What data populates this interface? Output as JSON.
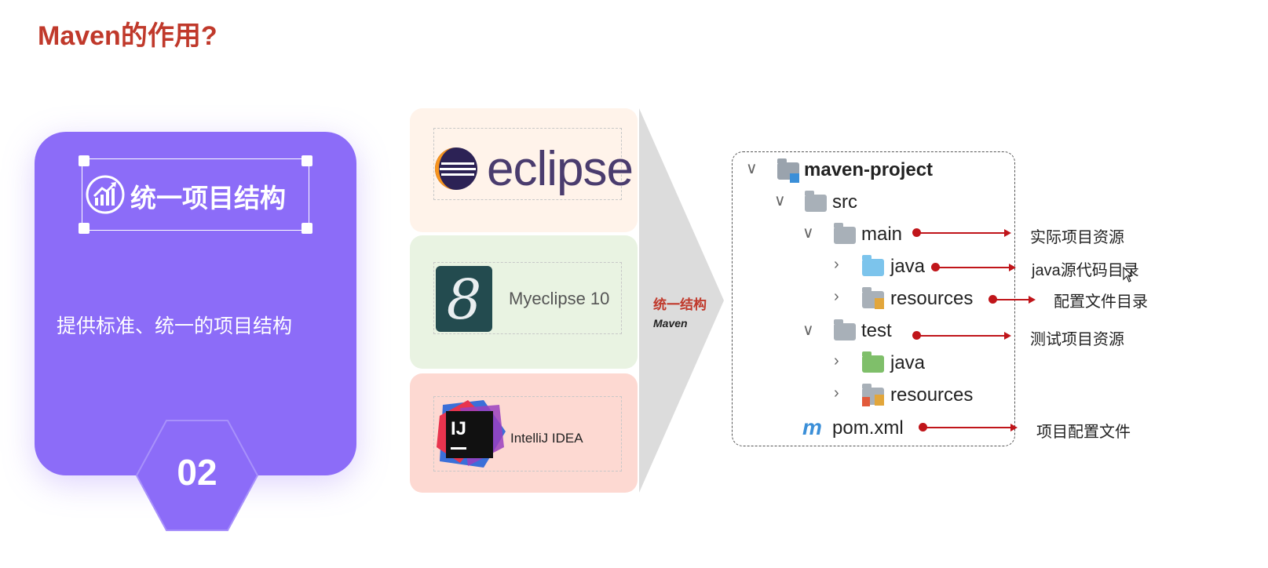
{
  "slide": {
    "title": "Maven的作用?",
    "card": {
      "heading": "统一项目结构",
      "description": "提供标准、统一的项目结构",
      "number": "02",
      "color": "#8c6cf8"
    },
    "ides": [
      {
        "name": "eclipse",
        "bg": "#fff3ea"
      },
      {
        "name": "Myeclipse 10",
        "logo_glyph": "8",
        "bg": "#e9f3e2"
      },
      {
        "name": "IntelliJ IDEA",
        "logo_text": "IJ",
        "bg": "#fdd9d2"
      }
    ],
    "arrow": {
      "label": "统一结构",
      "logo_text": "Maven"
    },
    "tree": {
      "root": "maven-project",
      "src": "src",
      "main": "main",
      "main_java": "java",
      "main_resources": "resources",
      "test": "test",
      "test_java": "java",
      "test_resources": "resources",
      "pom_icon": "m",
      "pom": "pom.xml"
    },
    "annotations": {
      "main": "实际项目资源",
      "main_java": "java源代码目录",
      "main_resources": "配置文件目录",
      "test": "测试项目资源",
      "pom": "项目配置文件"
    },
    "accent_red": "#c0151a"
  }
}
